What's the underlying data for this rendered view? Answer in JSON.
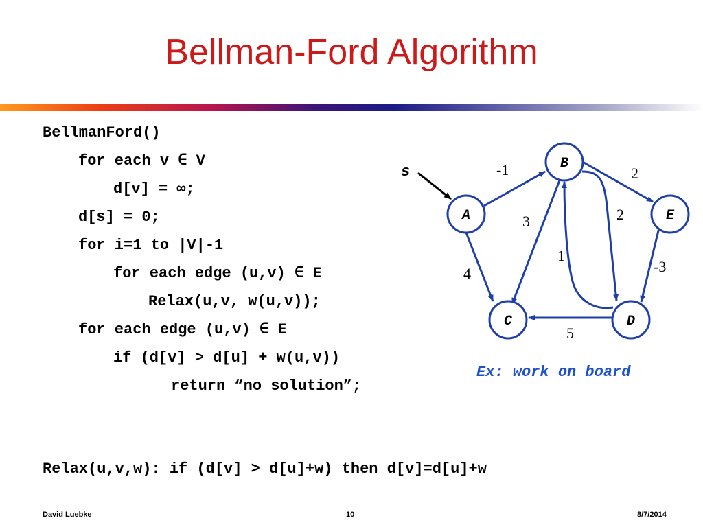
{
  "slide": {
    "title": "Bellman-Ford Algorithm",
    "code_lines": [
      "BellmanFord()",
      "for each v ∈ V",
      "d[v] = ∞;",
      "d[s] = 0;",
      "for i=1 to |V|-1",
      "for each edge (u,v) ∈ E",
      "Relax(u,v, w(u,v));",
      "for each edge (u,v) ∈ E",
      "if (d[v] > d[u] + w(u,v))",
      "return “no solution”;"
    ],
    "relax_definition": "Relax(u,v,w): if (d[v] > d[u]+w) then d[v]=d[u]+w",
    "example_note": "Ex: work on board"
  },
  "graph": {
    "source_label": "s",
    "nodes": [
      "A",
      "B",
      "C",
      "D",
      "E"
    ],
    "edges": [
      {
        "from": "A",
        "to": "B",
        "weight": "-1"
      },
      {
        "from": "A",
        "to": "C",
        "weight": "4"
      },
      {
        "from": "B",
        "to": "C",
        "weight": "3"
      },
      {
        "from": "B",
        "to": "D",
        "weight": "2"
      },
      {
        "from": "B",
        "to": "E",
        "weight": "2"
      },
      {
        "from": "D",
        "to": "B",
        "weight": "1"
      },
      {
        "from": "D",
        "to": "C",
        "weight": "5"
      },
      {
        "from": "E",
        "to": "D",
        "weight": "-3"
      }
    ]
  },
  "footer": {
    "author": "David Luebke",
    "page": "10",
    "date": "8/7/2014"
  }
}
